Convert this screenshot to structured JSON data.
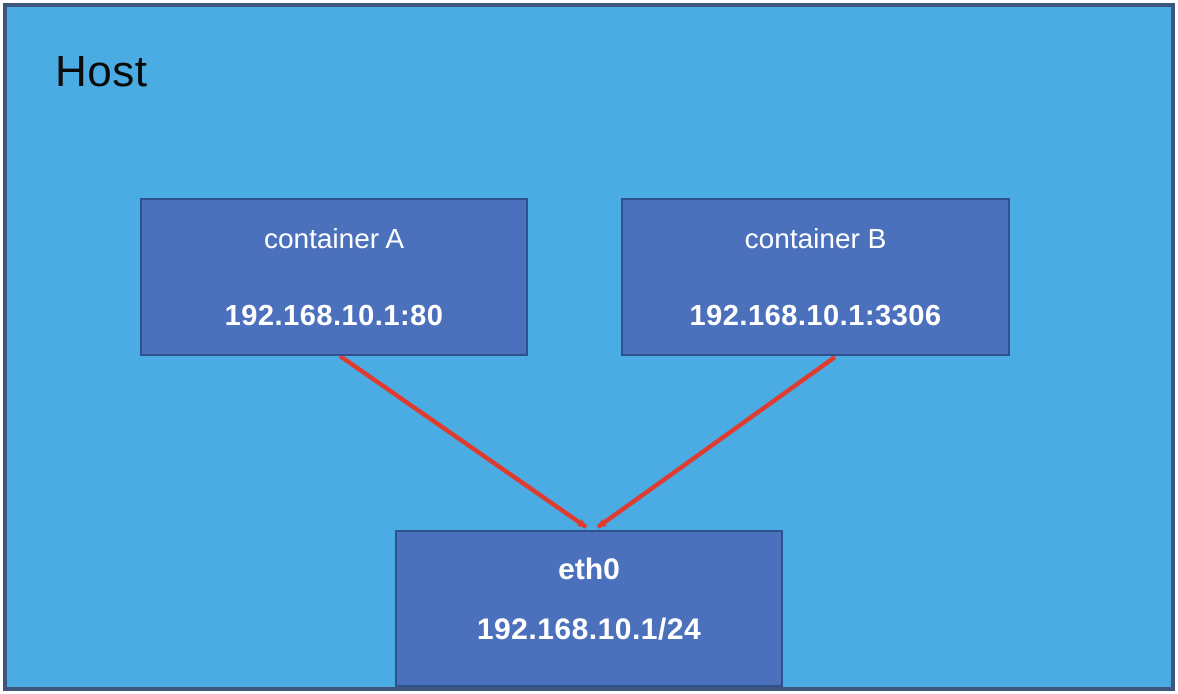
{
  "diagram": {
    "host": {
      "label": "Host"
    },
    "nodes": [
      {
        "id": "container-a",
        "title": "container A",
        "address": "192.168.10.1:80"
      },
      {
        "id": "container-b",
        "title": "container B",
        "address": "192.168.10.1:3306"
      },
      {
        "id": "eth0",
        "title": "eth0",
        "address": "192.168.10.1/24"
      }
    ],
    "connections": [
      {
        "from": "container-a",
        "to": "eth0"
      },
      {
        "from": "container-b",
        "to": "eth0"
      }
    ],
    "colors": {
      "host_fill": "#4AACE3",
      "host_border": "#3E567E",
      "node_fill": "#4B71BC",
      "node_border": "#2F528F",
      "arrow": "#E03B2F",
      "text_light": "#FFFFFF",
      "text_dark": "#0A0A0A"
    }
  }
}
